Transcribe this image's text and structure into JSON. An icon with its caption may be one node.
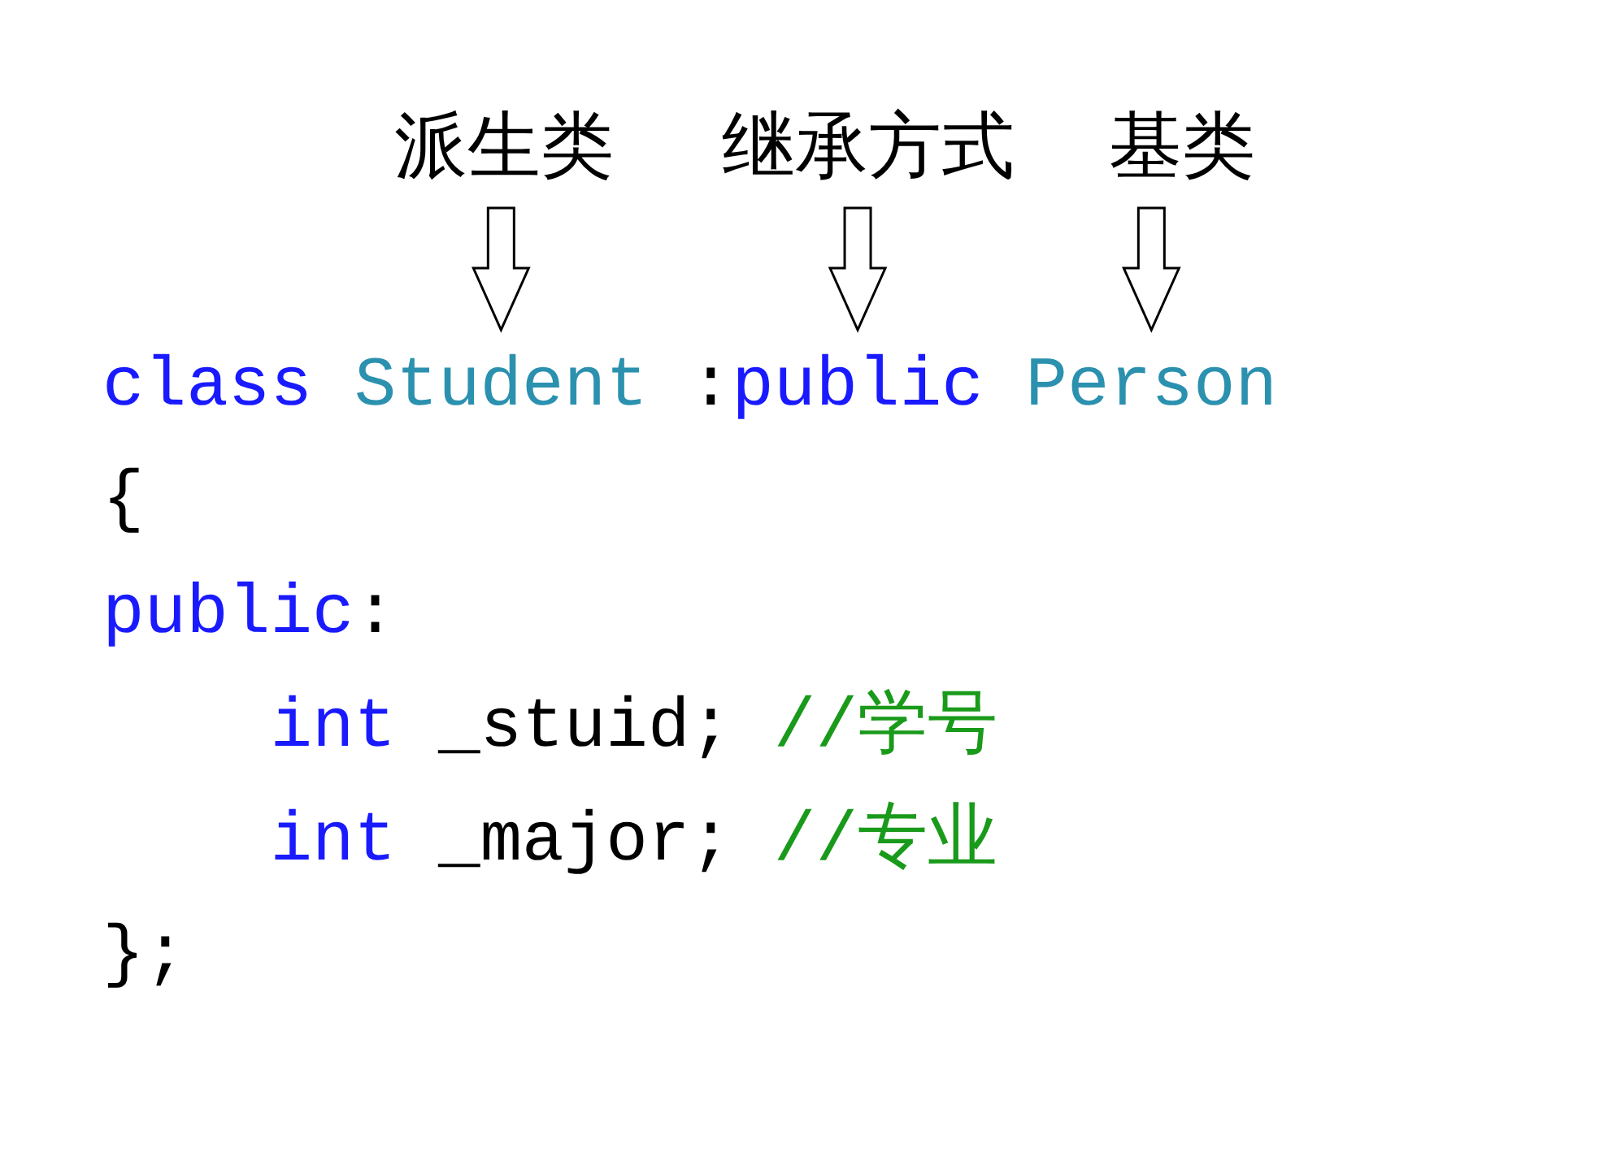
{
  "diagram": {
    "nodes": [
      {
        "text": [
          "派生类"
        ]
      },
      {
        "text": [
          "继承方式"
        ]
      },
      {
        "text": [
          "基类"
        ]
      },
      {
        "text": [
          "Student"
        ]
      },
      {
        "text": [
          "public"
        ]
      },
      {
        "text": [
          "Person"
        ]
      }
    ],
    "edges": [
      {
        "from": 0,
        "to": 3,
        "arrow": "to"
      },
      {
        "from": 1,
        "to": 4,
        "arrow": "to"
      },
      {
        "from": 2,
        "to": 5,
        "arrow": "to"
      }
    ],
    "labels": [
      "class",
      ":",
      "{",
      "public",
      ":",
      "int",
      "_stuid;",
      "//学号",
      "int",
      "_major;",
      "//专业",
      "};"
    ]
  }
}
